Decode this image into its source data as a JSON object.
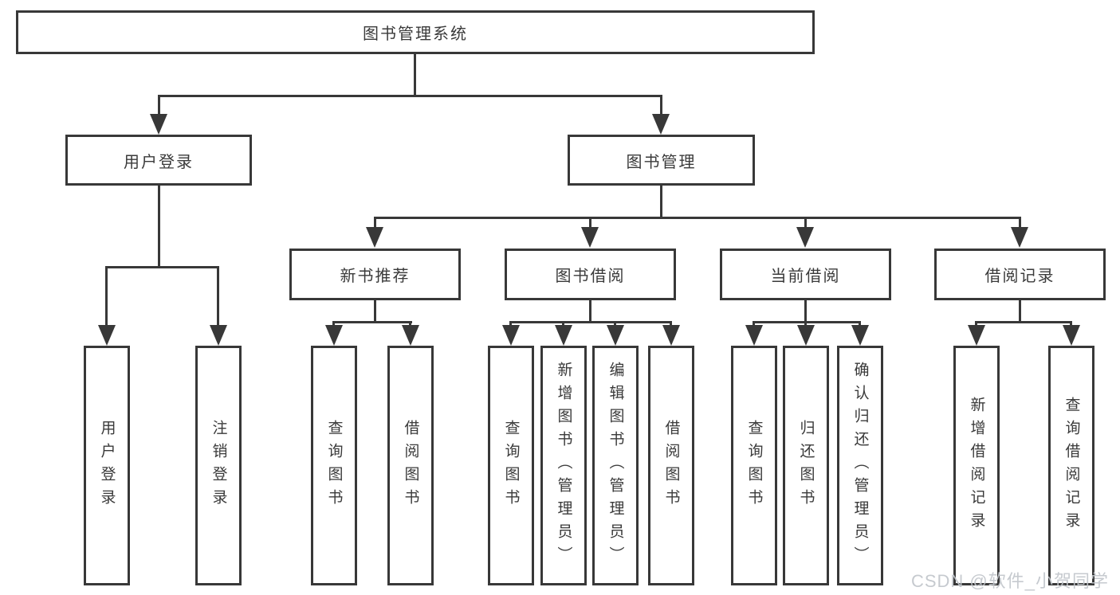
{
  "tree": {
    "label": "图书管理系统",
    "children": [
      {
        "label": "用户登录",
        "children": [
          {
            "label": "用户登录"
          },
          {
            "label": "注销登录"
          }
        ]
      },
      {
        "label": "图书管理",
        "children": [
          {
            "label": "新书推荐",
            "children": [
              {
                "label": "查询图书"
              },
              {
                "label": "借阅图书"
              }
            ]
          },
          {
            "label": "图书借阅",
            "children": [
              {
                "label": "查询图书"
              },
              {
                "label": "新增图书（管理员）"
              },
              {
                "label": "编辑图书（管理员）"
              },
              {
                "label": "借阅图书"
              }
            ]
          },
          {
            "label": "当前借阅",
            "children": [
              {
                "label": "查询图书"
              },
              {
                "label": "归还图书"
              },
              {
                "label": "确认归还（管理员）"
              }
            ]
          },
          {
            "label": "借阅记录",
            "children": [
              {
                "label": "新增借阅记录"
              },
              {
                "label": "查询借阅记录"
              }
            ]
          }
        ]
      }
    ]
  },
  "watermark": "CSDN @软件_小贺同学",
  "colors": {
    "line": "#383838",
    "text": "#3a3a3a",
    "watermark": "#c1c5cb",
    "background": "#ffffff"
  }
}
